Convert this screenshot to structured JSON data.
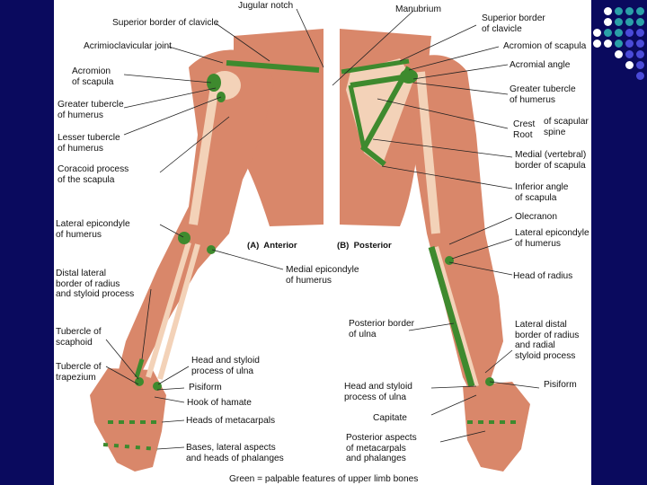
{
  "colors": {
    "background": "#0a0a5e",
    "figure_bg": "#ffffff",
    "skin": "#d9876a",
    "skin_shadow": "#b8634a",
    "bone": "#f3d2b8",
    "palpable": "#3e8a2e"
  },
  "anterior": {
    "panel_label": "(A)  Anterior",
    "labels": [
      "Jugular notch",
      "Superior border of clavicle",
      "Acrimioclavicular joint",
      "Acromion\nof scapula",
      "Greater tubercle\nof humerus",
      "Lesser tubercle\nof humerus",
      "Coracoid process\nof the scapula",
      "Lateral epicondyle\nof humerus",
      "Distal lateral\nborder of radius\nand styloid process",
      "Tubercle of\nscaphoid",
      "Tubercle of\ntrapezium",
      "Head and styloid\nprocess of ulna",
      "Pisiform",
      "Hook of hamate",
      "Heads of metacarpals",
      "Bases, lateral aspects\nand heads of phalanges"
    ]
  },
  "shared_label": "Medial epicondyle\nof humerus",
  "posterior": {
    "panel_label": "(B)  Posterior",
    "labels": [
      "Manubrium",
      "Superior border\nof clavicle",
      "Acromion of scapula",
      "Acromial angle",
      "Greater tubercle\nof humerus",
      "Crest\nRoot",
      "of scapular\nspine",
      "Medial (vertebral)\nborder of scapula",
      "Inferior angle\nof scapula",
      "Olecranon",
      "Lateral epicondyle\nof humerus",
      "Head of radius",
      "Posterior border\nof ulna",
      "Lateral distal\nborder of radius\nand radial\nstyloid process",
      "Head and styloid\nprocess of ulna",
      "Capitate",
      "Pisiform",
      "Posterior aspects\nof metacarpals\nand phalanges"
    ]
  },
  "caption": "Green = palpable features of upper limb bones",
  "deco_dots": {
    "colors": [
      "#ffffff",
      "#2aa0a8",
      "#4a4ad8"
    ]
  }
}
